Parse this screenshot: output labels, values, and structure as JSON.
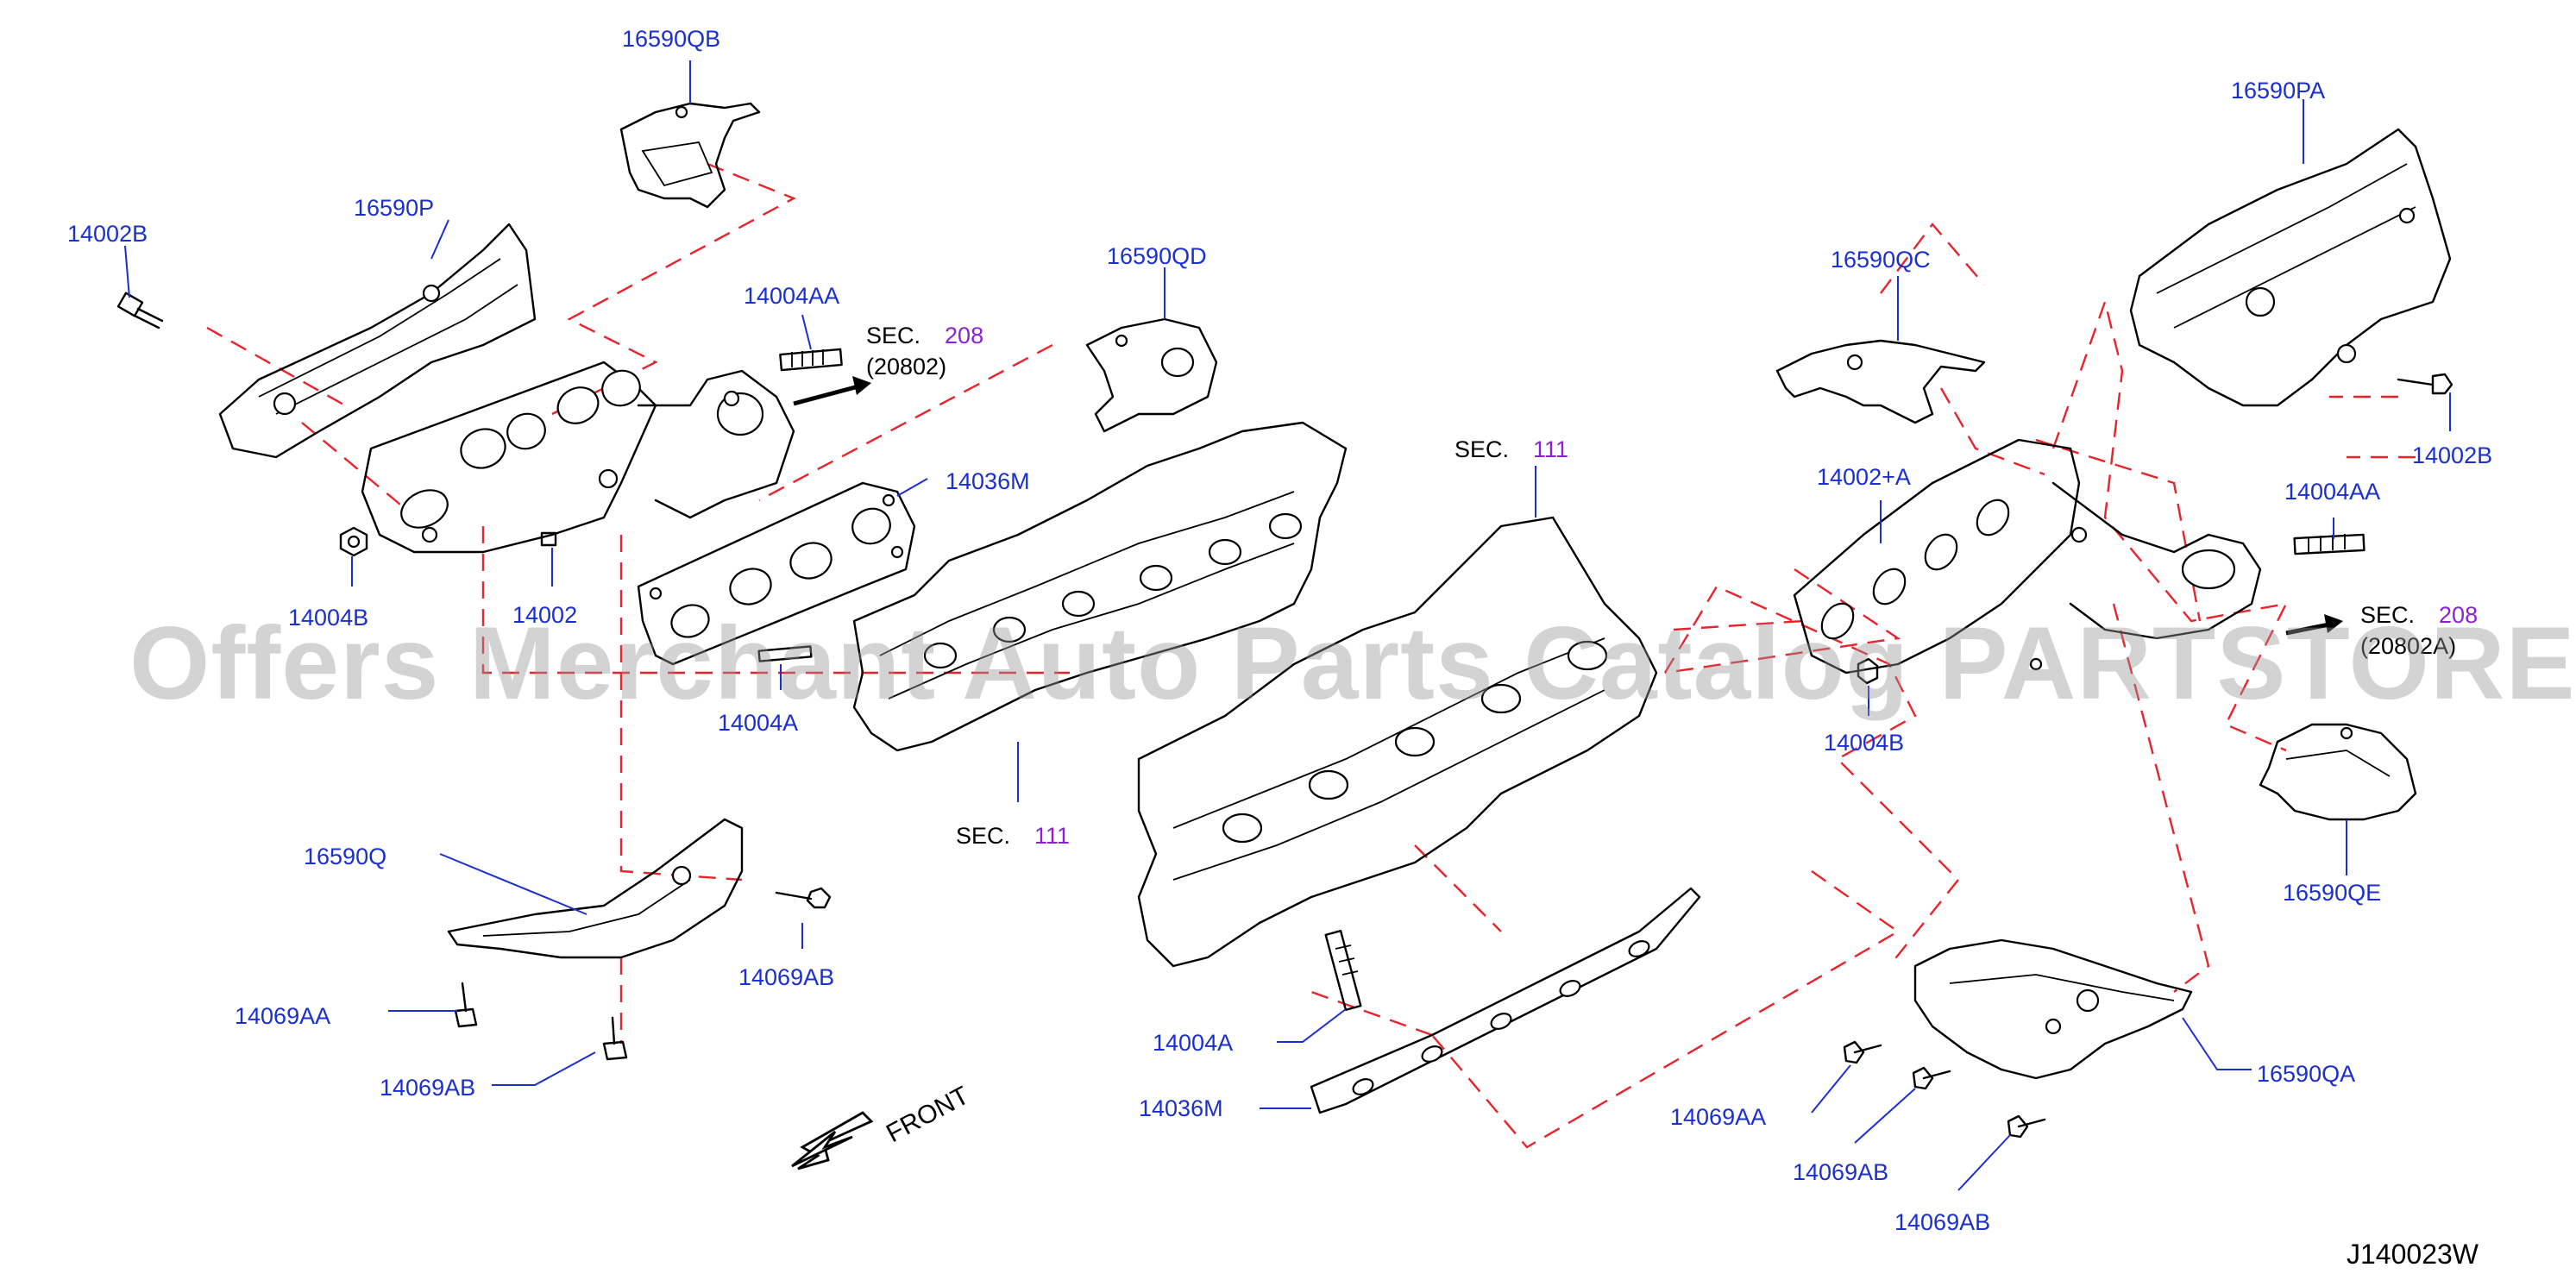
{
  "labels": {
    "p16590QB": "16590QB",
    "p16590P": "16590P",
    "p14002B_left": "14002B",
    "p14004AA_left": "14004AA",
    "p16590QD": "16590QD",
    "p14036M_top": "14036M",
    "p14004B_left": "14004B",
    "p14002": "14002",
    "p14004A_top": "14004A",
    "p16590Q": "16590Q",
    "p14069AA_left": "14069AA",
    "p14069AB_left1": "14069AB",
    "p14069AB_left2": "14069AB",
    "p14004A_bottom": "14004A",
    "p14036M_bottom": "14036M",
    "p16590PA": "16590PA",
    "p16590QC": "16590QC",
    "p14002B_right": "14002B",
    "p14002A": "14002+A",
    "p14004AA_right": "14004AA",
    "p14004B_right": "14004B",
    "p16590QE": "16590QE",
    "p16590QA": "16590QA",
    "p14069AA_right": "14069AA",
    "p14069AB_right1": "14069AB",
    "p14069AB_right2": "14069AB"
  },
  "sections": {
    "sec208_left": {
      "prefix": "SEC.",
      "number": "208",
      "ref": "(20802)"
    },
    "sec111_upper": {
      "prefix": "SEC.",
      "number": "111"
    },
    "sec111_lower": {
      "prefix": "SEC.",
      "number": "111"
    },
    "sec208_right": {
      "prefix": "SEC.",
      "number": "208",
      "ref": "(20802A)"
    }
  },
  "front_label": "FRONT",
  "diagram_id": "J140023W",
  "watermark": "Offers Merchant Auto Parts Catalog PARTSTORE.SA",
  "colors": {
    "label_blue": "#1a2fd0",
    "section_purple": "#8a22d4",
    "dash_red": "#e8232a",
    "line_black": "#000000"
  }
}
